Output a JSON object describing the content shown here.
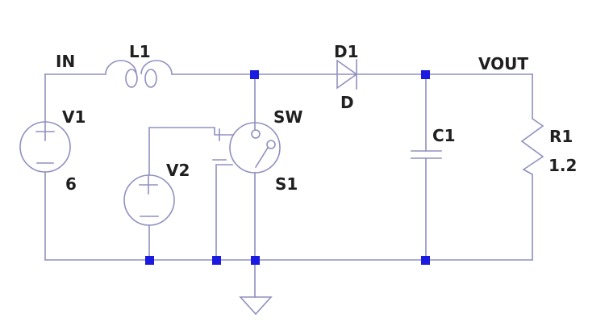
{
  "colors": {
    "wire": "#9090c0",
    "node": "#1a1ae0",
    "label": "#1f1f1f",
    "background": "#ffffff"
  },
  "schematic": {
    "nets": {
      "input": "IN",
      "output": "VOUT"
    },
    "components": {
      "v1": {
        "designator": "V1",
        "value": "6"
      },
      "l1": {
        "designator": "L1"
      },
      "v2": {
        "designator": "V2"
      },
      "sw": {
        "designator": "SW",
        "model": "S1"
      },
      "d1": {
        "designator": "D1",
        "model": "D"
      },
      "c1": {
        "designator": "C1"
      },
      "r1": {
        "designator": "R1",
        "value": "1.2"
      }
    }
  }
}
